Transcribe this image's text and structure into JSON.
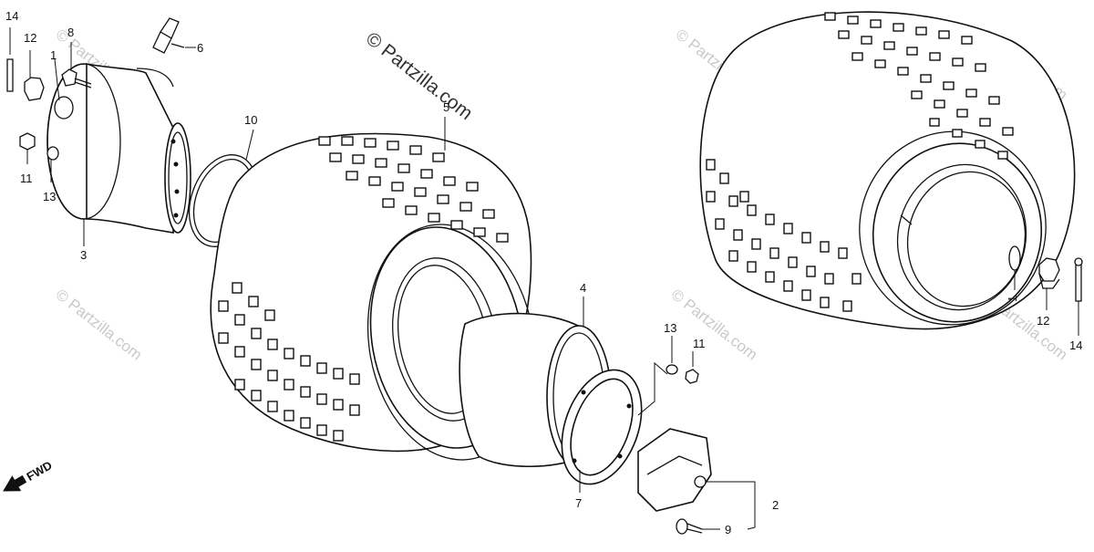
{
  "diagram": {
    "watermark_main": "© Partzilla.com",
    "watermark_repeat": "© Partzilla.com",
    "direction_indicator": "FWD",
    "callouts": {
      "left_14": "14",
      "left_12": "12",
      "top_8": "8",
      "left_1": "1",
      "top_5": "5",
      "top_6": "6",
      "left_11": "11",
      "left_13": "13",
      "left_3": "3",
      "ring_10": "10",
      "hub_4": "4",
      "center_13": "13",
      "center_11": "11",
      "plate_2": "2",
      "bolt_9": "9",
      "ring_7": "7",
      "right_1": "1",
      "right_12": "12",
      "right_14": "14"
    }
  }
}
